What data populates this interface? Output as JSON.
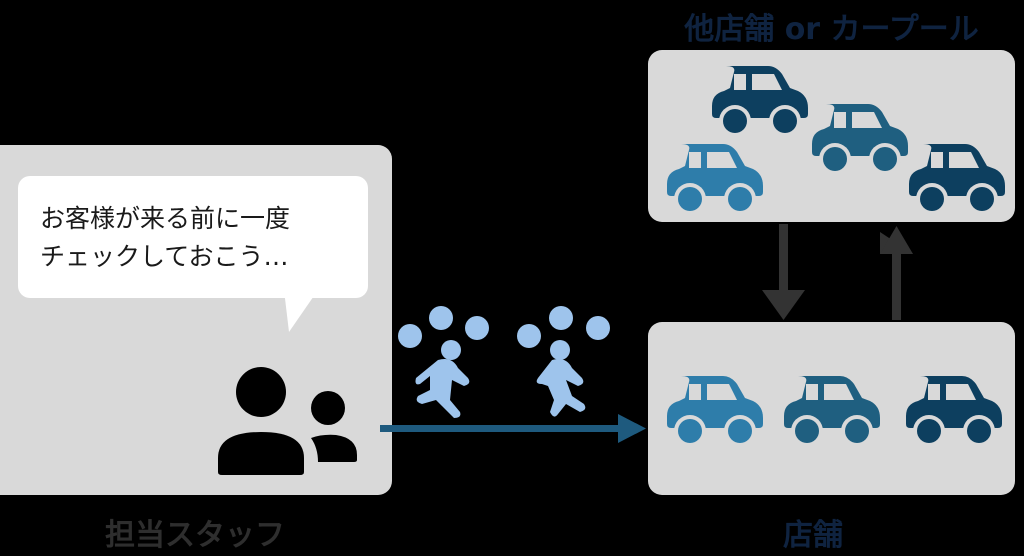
{
  "diagram": {
    "staff": {
      "label": "担当スタッフ",
      "speech_lines": [
        "お客様が来る前に一度",
        "チェックしておこう…"
      ],
      "icon": "people-icon"
    },
    "pool": {
      "title": "他店舗 or カープール",
      "cars": [
        {
          "color": "#0d3f5f"
        },
        {
          "color": "#1f5f80"
        },
        {
          "color": "#2e7daa"
        },
        {
          "color": "#0d3f5f"
        }
      ]
    },
    "store": {
      "label": "店舗",
      "cars": [
        {
          "color": "#2e7daa"
        },
        {
          "color": "#1f5f80"
        },
        {
          "color": "#0d3f5f"
        }
      ]
    },
    "flow": {
      "runner_icon": "running-person-icon",
      "runner_color": "#9ec4ec",
      "main_arrow_color": "#1e5a7e",
      "transfer_arrow_color": "#333333"
    },
    "colors": {
      "background": "#000000",
      "panel": "#d9d9d9",
      "bubble": "#ffffff"
    }
  }
}
